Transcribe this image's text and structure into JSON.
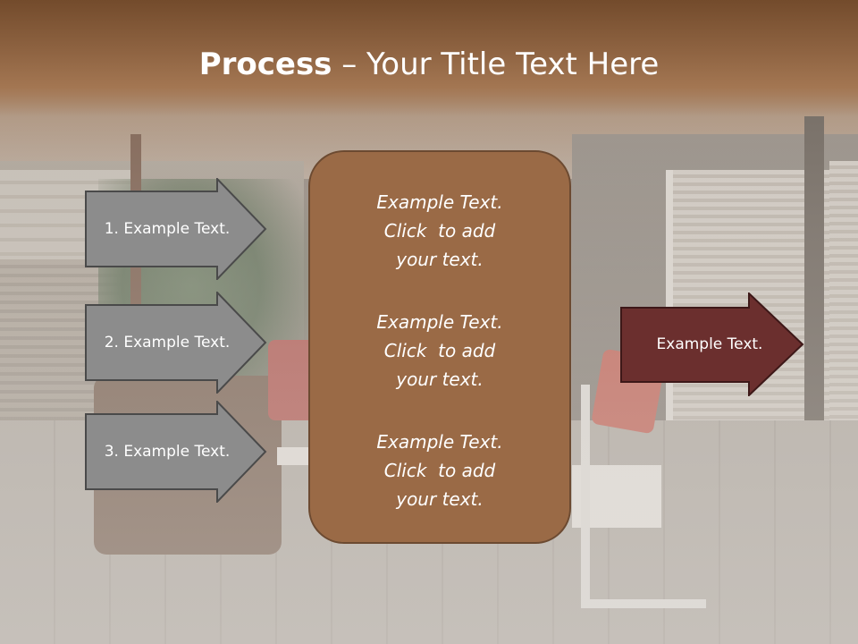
{
  "title": {
    "bold": "Process",
    "rest": " – Your Title Text Here"
  },
  "left_arrows": [
    {
      "label": "1. Example Text."
    },
    {
      "label": "2. Example Text."
    },
    {
      "label": "3. Example Text."
    }
  ],
  "center_box": {
    "blocks": [
      {
        "line1": "Example Text.",
        "line2": "Click  to add",
        "line3": "your text."
      },
      {
        "line1": "Example Text.",
        "line2": "Click  to add",
        "line3": "your text."
      },
      {
        "line1": "Example Text.",
        "line2": "Click  to add",
        "line3": "your text."
      }
    ]
  },
  "right_arrow": {
    "label": "Example Text."
  },
  "colors": {
    "title_band": "#8f6442",
    "arrow_gray": "#8c8c8c",
    "center_box": "#9a6a46",
    "right_arrow": "#6b2f2e"
  }
}
